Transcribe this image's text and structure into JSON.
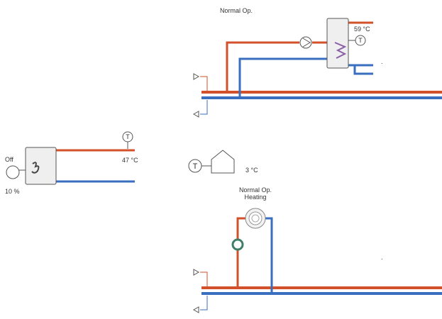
{
  "colors": {
    "supply": "#d2512a",
    "return": "#3a6fbf",
    "outline": "#555555",
    "tank_fill": "#efefef",
    "valve_ring": "#3f7f6a"
  },
  "boiler": {
    "status": "Off",
    "modulation": "10 %",
    "supply_temp": "47 °C",
    "icons": [
      "boiler-tank-icon",
      "pump-icon",
      "flame-icon",
      "temperature-sensor-icon"
    ]
  },
  "dhw_circuit": {
    "status": "Normal Op.",
    "tank_temp": "59 °C",
    "extra_mark": ".",
    "icons": [
      "dhw-tank-icon",
      "pump-icon",
      "heat-coil-icon",
      "temperature-sensor-icon",
      "supply-arrow-icon",
      "return-arrow-icon"
    ]
  },
  "outdoor": {
    "temperature": "3 °C",
    "icons": [
      "temperature-sensor-icon",
      "house-icon"
    ]
  },
  "heating_circuit": {
    "status_line1": "Normal Op.",
    "status_line2": "Heating",
    "extra_mark": ".",
    "icons": [
      "pump-icon",
      "mixing-valve-icon",
      "supply-arrow-icon",
      "return-arrow-icon"
    ]
  },
  "sensor_glyph": "T"
}
